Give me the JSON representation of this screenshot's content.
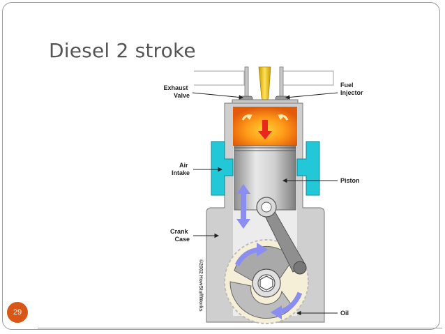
{
  "slide": {
    "title": "Diesel 2 stroke",
    "page_number": "29"
  },
  "diagram": {
    "labels": {
      "exhaust_valve": [
        "Exhaust",
        "Valve"
      ],
      "fuel_injector": [
        "Fuel",
        "Injector"
      ],
      "air_intake": [
        "Air",
        "Intake"
      ],
      "piston": "Piston",
      "crank_case": [
        "Crank",
        "Case"
      ],
      "oil": "Oil"
    },
    "copyright": "©2002 HowStuffWorks"
  },
  "colors": {
    "accent": "#d95716",
    "air_intake": "#22c8d8",
    "combustion": "#f07a10",
    "motion_arrow": "#8a8ef0"
  }
}
